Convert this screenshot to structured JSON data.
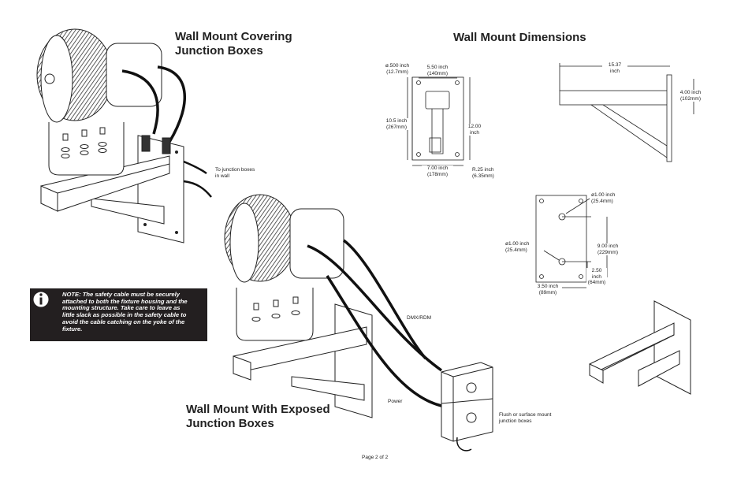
{
  "headings": {
    "covering": [
      "Wall Mount Covering",
      "Junction Boxes"
    ],
    "dimensions": "Wall Mount Dimensions",
    "exposed": [
      "Wall Mount With Exposed",
      "Junction Boxes"
    ]
  },
  "labels": {
    "to_junction": [
      "To junction boxes",
      "in wall"
    ],
    "dmx": "DMX/RDM",
    "power": "Power",
    "flush": [
      "Flush or surface mount",
      "junction boxes"
    ],
    "page": "Page 2 of 2"
  },
  "note": {
    "icon": "info-icon",
    "lines": [
      "NOTE:    The safety cable must be securely",
      "attached to both the fixture housing and the",
      "mounting structure. Take care to leave as",
      "little slack as possible in the safety cable to",
      "avoid the cable catching on the yoke of the",
      "fixture."
    ]
  },
  "dims_plate": {
    "hole_dia": [
      "ø.500 inch",
      "(12.7mm)"
    ],
    "top_width": [
      "5.50 inch",
      "(140mm)"
    ],
    "height_left": [
      "10.5 inch",
      "(267mm)"
    ],
    "height_right": [
      "12.00",
      "inch"
    ],
    "bottom_width": [
      "7.00 inch",
      "(178mm)"
    ],
    "radius": [
      "R.25 inch",
      "(6.35mm)"
    ]
  },
  "dims_side": {
    "length": [
      "15.37",
      "inch"
    ],
    "height": [
      "4.00 inch",
      "(102mm)"
    ]
  },
  "dims_jbox": {
    "hole_top": [
      "ø1.00 inch",
      "(25.4mm)"
    ],
    "hole_left": [
      "ø1.00 inch",
      "(25.4mm)"
    ],
    "vertical": [
      "9.00 inch",
      "(229mm)"
    ],
    "lower": [
      "2.50 inch",
      "(64mm)"
    ],
    "width": [
      "3.50 inch",
      "(89mm)"
    ]
  }
}
